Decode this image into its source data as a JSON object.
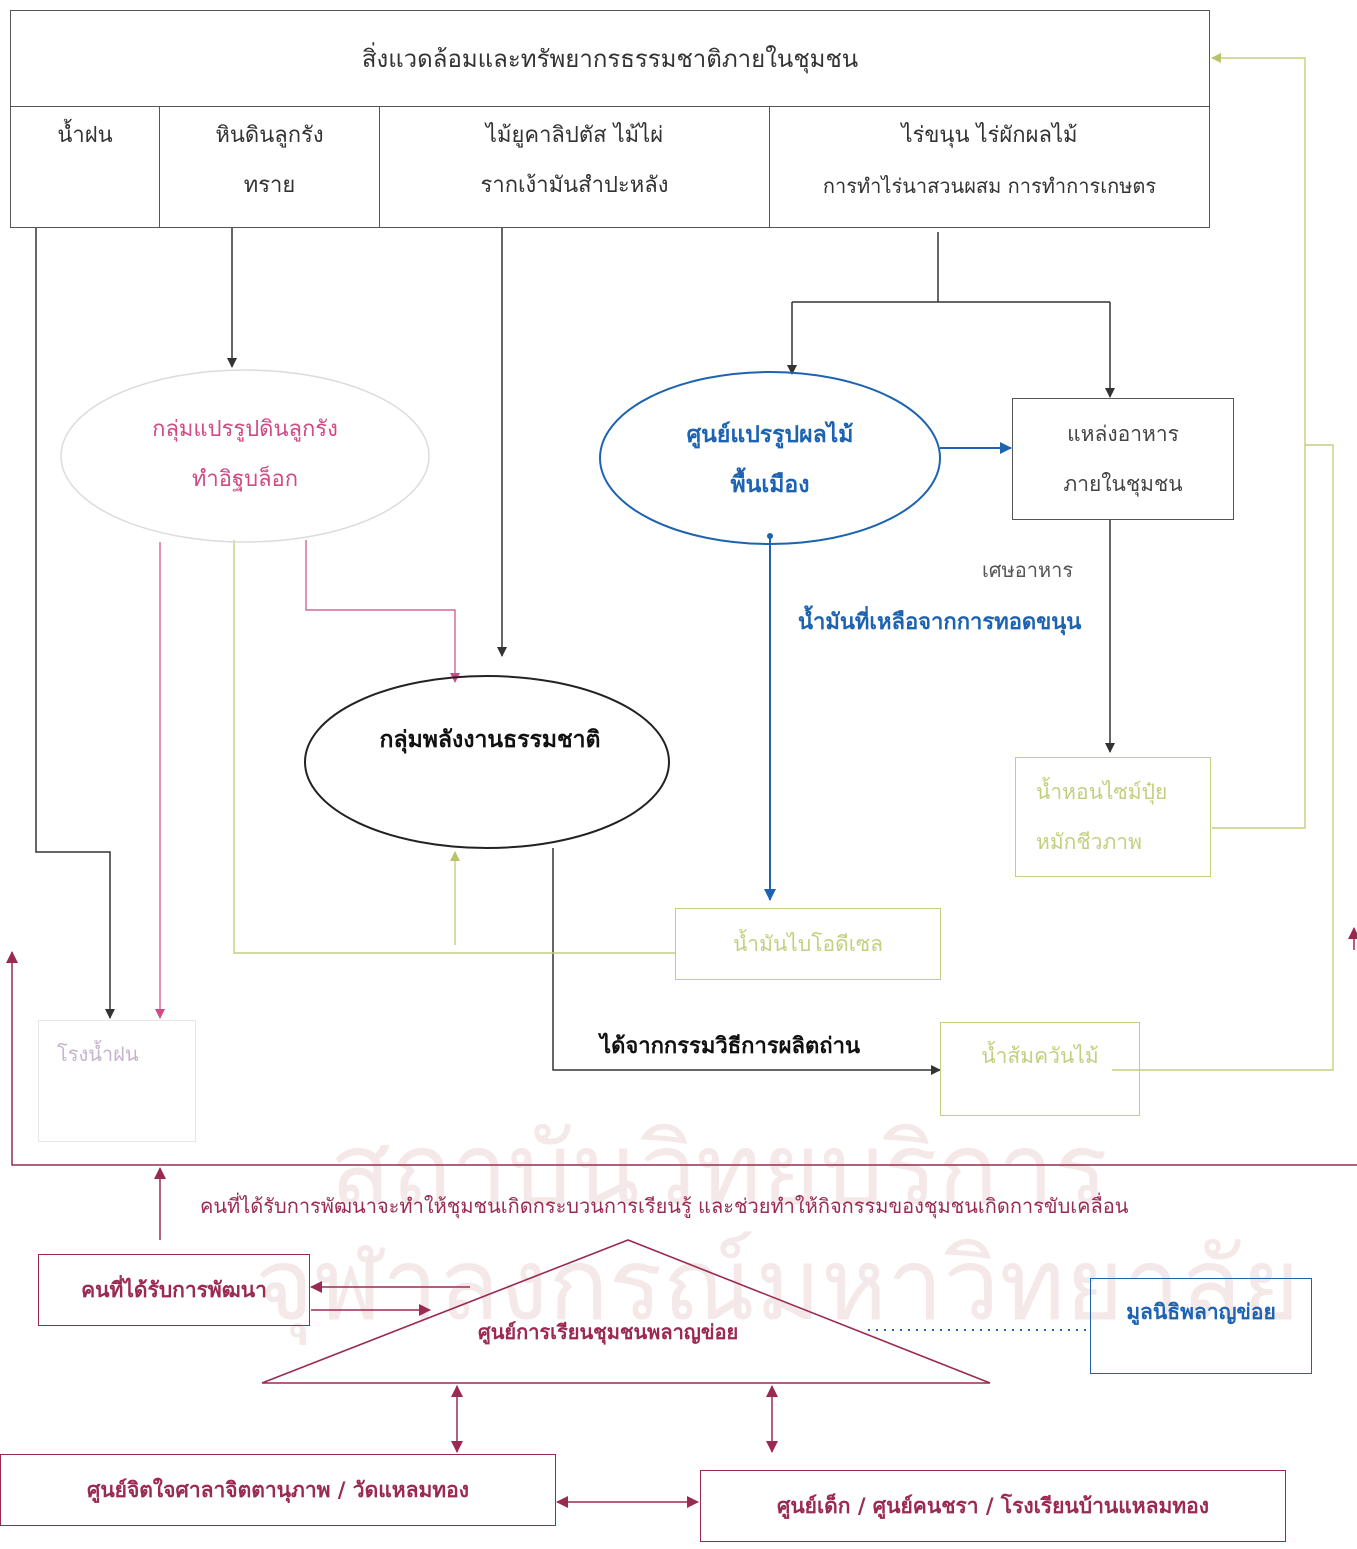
{
  "colors": {
    "black": "#333333",
    "pink": "#d04a86",
    "blue": "#1d63b1",
    "green": "#c3cf7e",
    "maroon": "#9b2a53",
    "watermark": "#f4e8e8"
  },
  "watermark": {
    "line1": "สถาบันวิทยบริการ",
    "line2": "จุฬาลงกรณ์มหาวิทยาลัย"
  },
  "resources": {
    "title": "สิ่งแวดล้อมและทรัพยากรธรรมชาติภายในชุมชน",
    "items": [
      {
        "line1": "น้ำฝน",
        "line2": ""
      },
      {
        "line1": "หินดินลูกรัง",
        "line2": "ทราย"
      },
      {
        "line1": "ไม้ยูคาลิปตัส ไม้ไผ่",
        "line2": "รากเง้ามันสำปะหลัง"
      },
      {
        "line1": "ไร่ขนุน ไร่ผักผลไม้",
        "line2": "การทำไร่นาสวนผสม การทำการเกษตร"
      }
    ]
  },
  "nodes": {
    "laterite_group": {
      "line1": "กลุ่มแปรรูปดินลูกรัง",
      "line2": "ทำอิฐบล็อก"
    },
    "fruit_center": {
      "line1": "ศูนย์แปรรูปผลไม้",
      "line2": "พื้นเมือง"
    },
    "food_source": {
      "line1": "แหล่งอาหาร",
      "line2": "ภายในชุมชน"
    },
    "energy_group": {
      "line1": "กลุ่มพลังงานธรรมชาติ"
    },
    "bio_fertilizer": {
      "line1": "น้ำหอนไซม์ปุ๋ย",
      "line2": "หมักชีวภาพ"
    },
    "biodiesel": {
      "line1": "น้ำมันไบโอดีเซล"
    },
    "rain_house": {
      "line1": "โรงน้ำฝน"
    },
    "wood_vinegar": {
      "line1": "น้ำส้มควันไม้"
    }
  },
  "edge_labels": {
    "food_waste": "เศษอาหาร",
    "leftover_oil": "น้ำมันที่เหลือจากการทอดขนุน",
    "charcoal": "ได้จากกรรมวิธีการผลิตถ่าน"
  },
  "learning": {
    "caption": "คนที่ได้รับการพัฒนาจะทำให้ชุมชนเกิดกระบวนการเรียนรู้ และช่วยทำให้กิจกรรมของชุมชนเกิดการขับเคลื่อน",
    "developed_people": "คนที่ได้รับการพัฒนา",
    "center": "ศูนย์การเรียนชุมชนพลาญข่อย",
    "foundation": "มูลนิธิพลาญข่อย",
    "mind_center": "ศูนย์จิตใจศาลาจิตตานุภาพ / วัดแหลมทอง",
    "child_center": "ศูนย์เด็ก / ศูนย์คนชรา / โรงเรียนบ้านแหลมทอง"
  }
}
